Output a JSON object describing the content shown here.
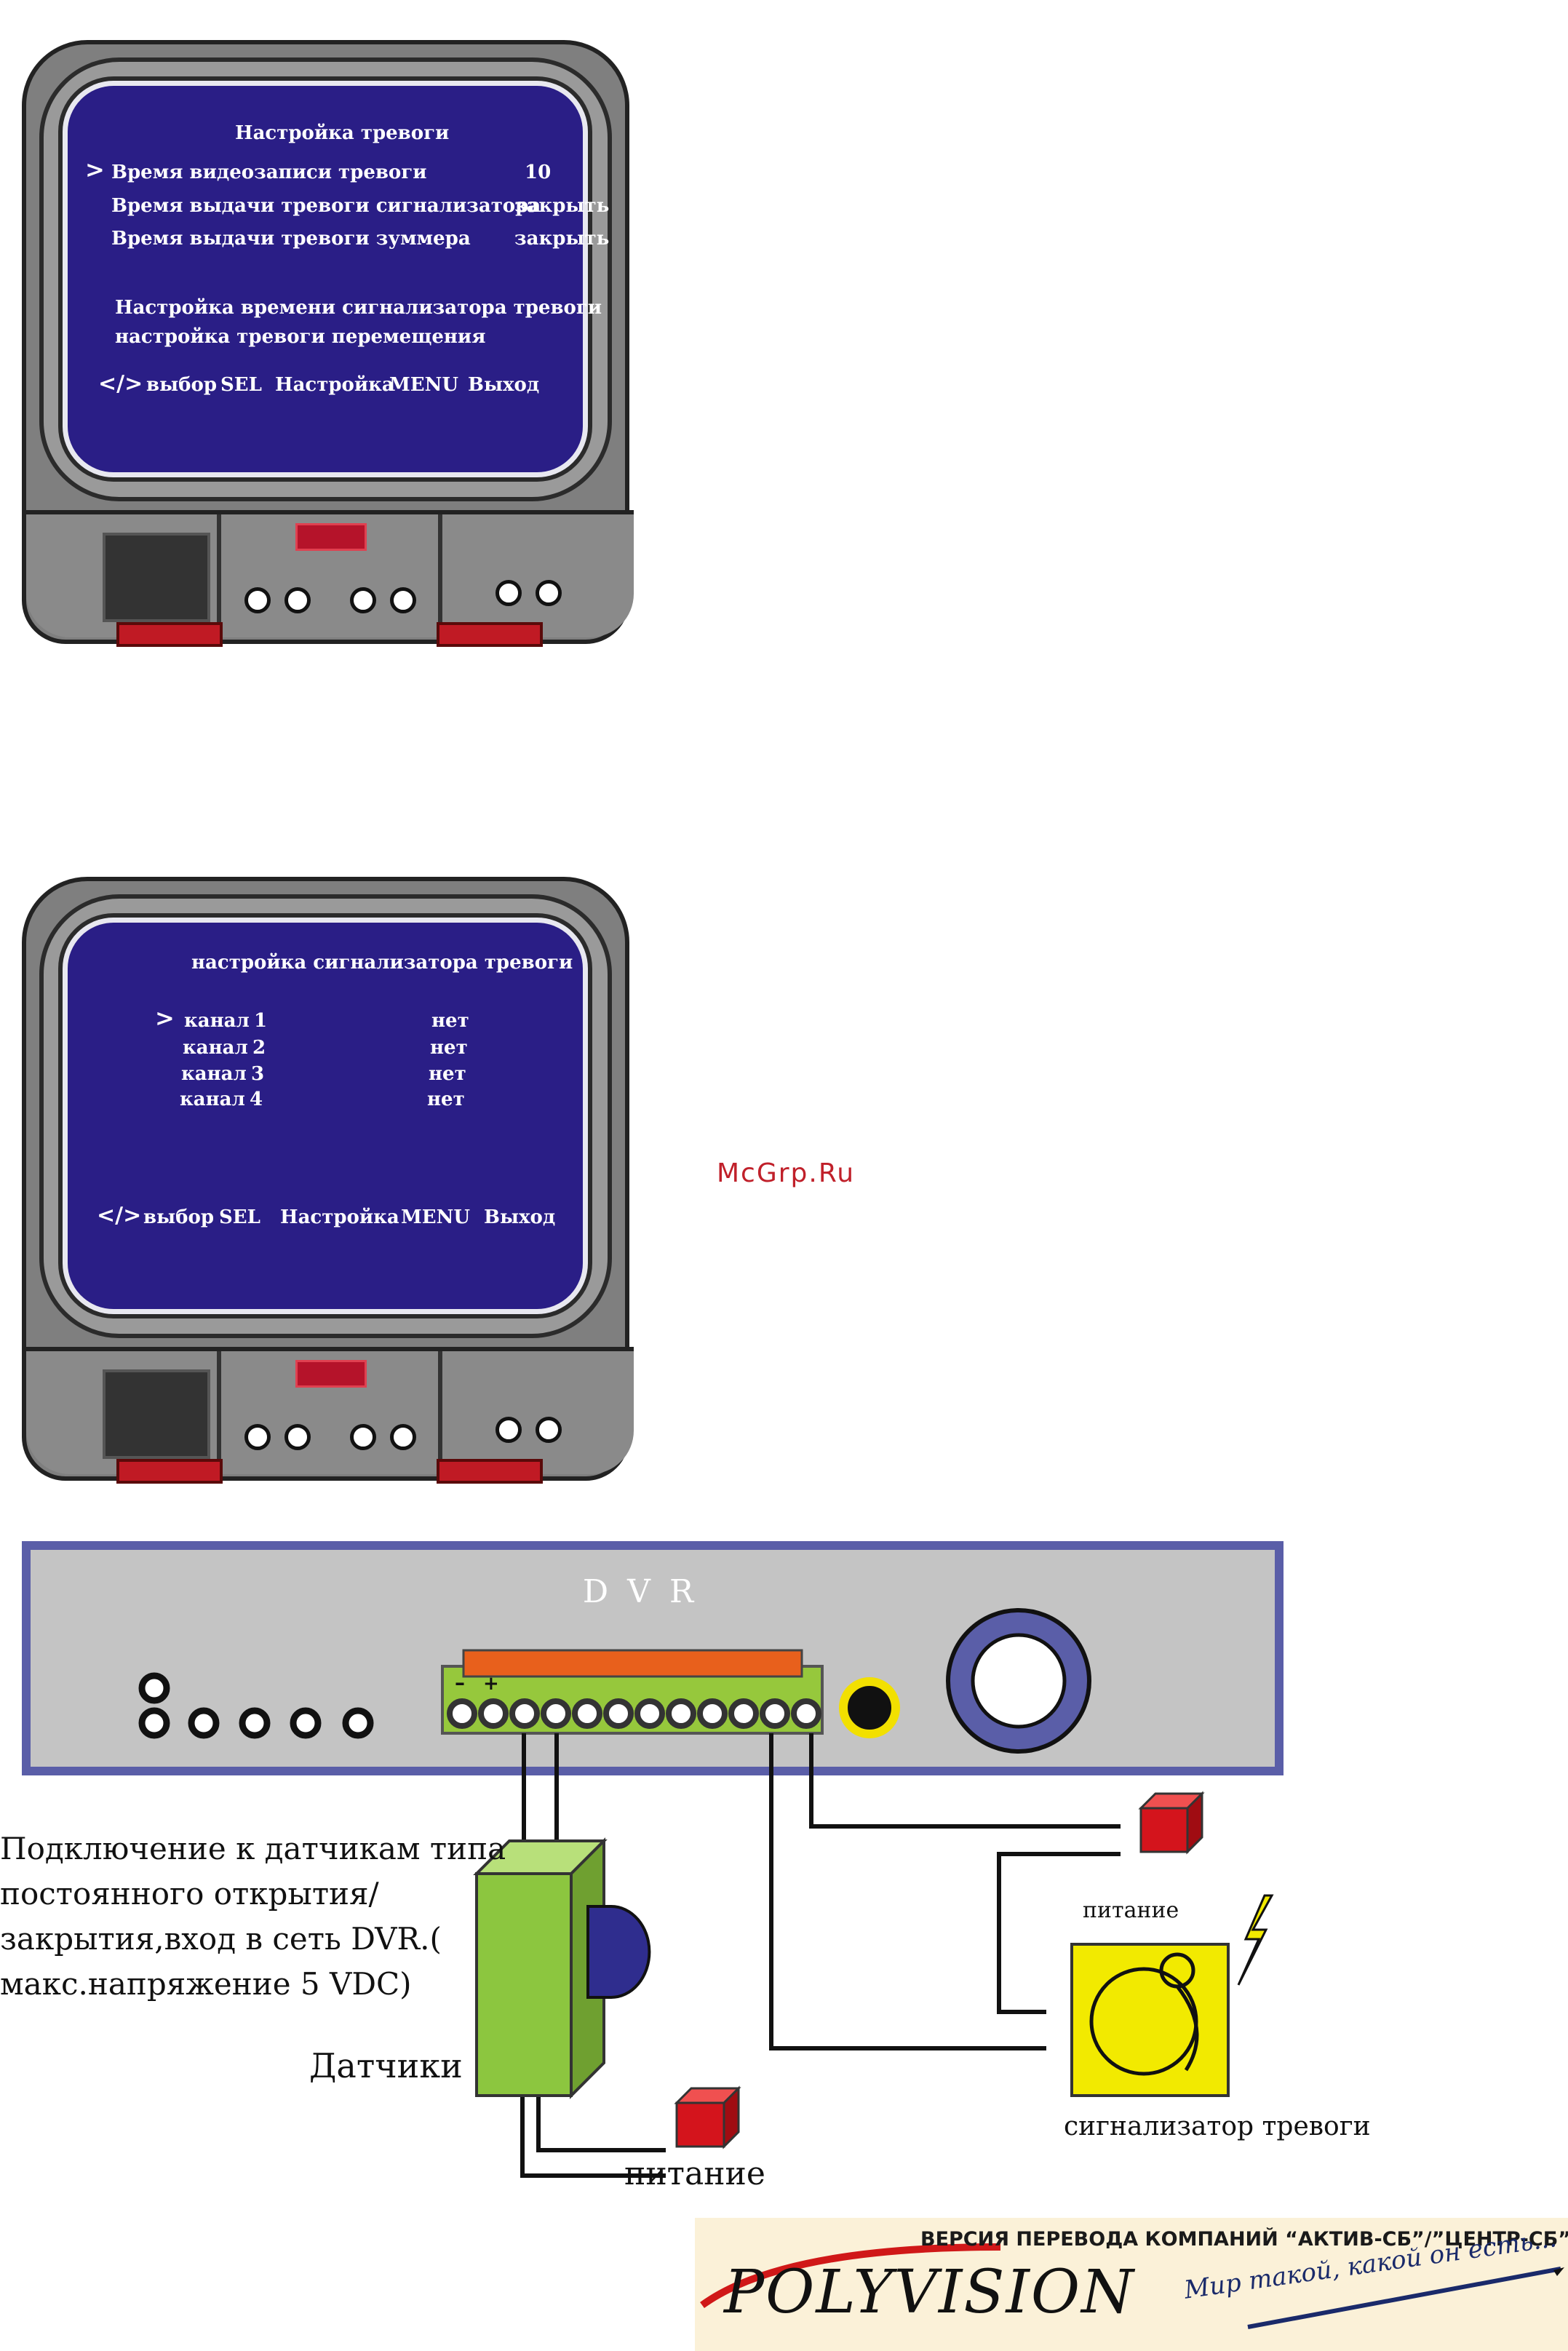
{
  "menu1": {
    "title": "Настройка тревоги",
    "cursor": ">",
    "rows": [
      {
        "label": "Время видеозаписи тревоги",
        "value": "10"
      },
      {
        "label": "Время выдачи тревоги сигнализатора",
        "value": "закрыть"
      },
      {
        "label": "Время выдачи тревоги зуммера",
        "value": "закрыть"
      }
    ],
    "links": [
      "Настройка времени сигнализатора тревоги",
      "настройка тревоги перемещения"
    ],
    "footer": {
      "nav": "</>",
      "select": "выбор",
      "sel_key": "SEL",
      "setting": "Настройка",
      "menu_key": "MENU",
      "exit": "Выход"
    }
  },
  "menu2": {
    "title": "настройка сигнализатора тревоги",
    "cursor": ">",
    "channels": [
      {
        "label": "канал",
        "num": "1",
        "value": "нет"
      },
      {
        "label": "канал",
        "num": "2",
        "value": "нет"
      },
      {
        "label": "канал",
        "num": "3",
        "value": "нет"
      },
      {
        "label": "канал",
        "num": "4",
        "value": "нет"
      }
    ],
    "footer": {
      "nav": "</>",
      "select": "выбор",
      "sel_key": "SEL",
      "setting": "Настройка",
      "menu_key": "MENU",
      "exit": "Выход"
    }
  },
  "watermark": "McGrp.Ru",
  "diagram": {
    "dvr_label": "D V R",
    "terminal_minus": "–",
    "terminal_plus": "+",
    "sensor_desc": [
      "Подключение к датчикам типа",
      "постоянного открытия/",
      "закрытия,вход в сеть DVR.(",
      "макс.напряжение 5 VDC)"
    ],
    "sensor_label": "Датчики",
    "power_label_sensor": "питание",
    "power_label_alarm": "питание",
    "alarm_label": "сигнализатор тревоги"
  },
  "banner": {
    "tagline": "ВЕРСИЯ ПЕРЕВОДА КОМПАНИЙ “АКТИВ-СБ”/”ЦЕНТР-СБ”",
    "logo": "POLYVISION",
    "slogan": "Мир такой, какой он есть..."
  },
  "colors": {
    "screen": "#2a1e86",
    "sensor": "#8cc63f",
    "alarm": "#f2ea00",
    "terminal": "#96c83c",
    "power": "#d4141c"
  }
}
